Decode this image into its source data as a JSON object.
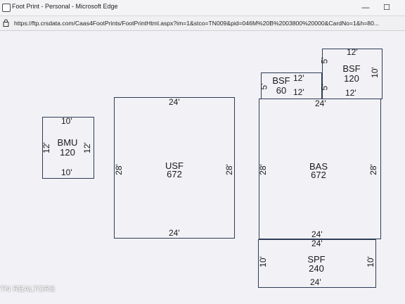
{
  "window": {
    "title": "Foot Print - Personal - Microsoft Edge",
    "minimize": "—",
    "maximize": "☐"
  },
  "address": {
    "url": "https://ftp.crsdata.com/Caas4FootPrints/FootPrintHtml.aspx?im=1&stco=TN009&pid=046M%20B%2003800%20000&CardNo=1&h=80..."
  },
  "footprint": {
    "bmu": {
      "name": "BMU",
      "area": "120",
      "top": "10'",
      "bottom": "10'",
      "left": "12'",
      "right": "12'"
    },
    "usf": {
      "name": "USF",
      "area": "672",
      "top": "24'",
      "bottom": "24'",
      "left": "28'",
      "right": "28'"
    },
    "bsf_small": {
      "name": "BSF",
      "area": "60",
      "top": "12'",
      "bottom": "12'",
      "left": "5'"
    },
    "bsf_big": {
      "name": "BSF",
      "area": "120",
      "top": "12'",
      "bottom": "12'",
      "left": "5'",
      "right": "10'"
    },
    "bas": {
      "name": "BAS",
      "area": "672",
      "top": "24'",
      "bottom": "24'",
      "left": "28'",
      "right": "28'"
    },
    "spf": {
      "name": "SPF",
      "area": "240",
      "top": "24'",
      "bottom": "24'",
      "left": "10'",
      "right": "10'"
    }
  },
  "watermark": "TN REALTORS"
}
